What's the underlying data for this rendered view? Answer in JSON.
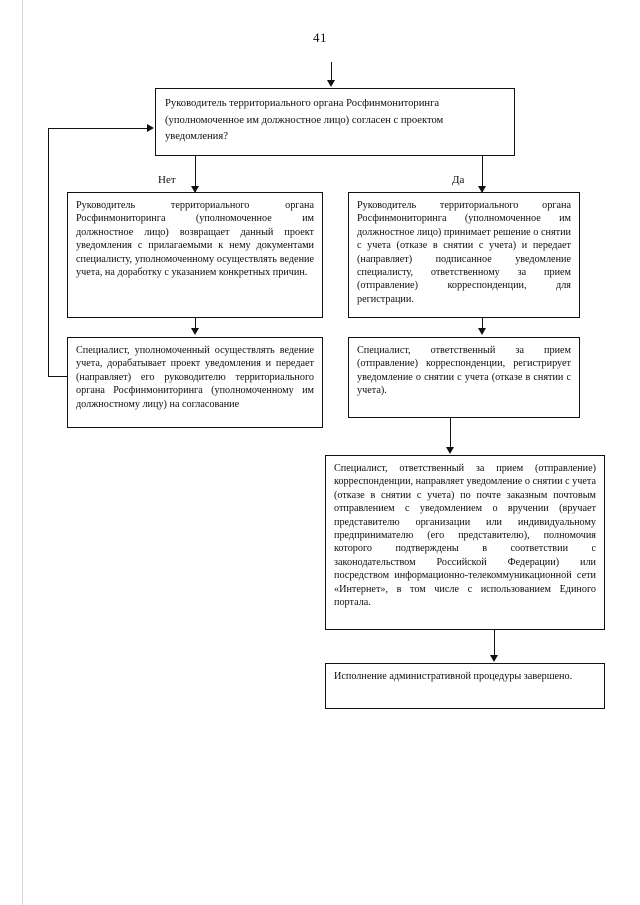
{
  "document": {
    "page_number": "41",
    "language": "ru"
  },
  "flowchart": {
    "nodes": [
      {
        "id": "decision",
        "type": "decision",
        "text": "Руководитель территориального органа Росфинмониторинга (уполномоченное им должностное лицо) согласен с проектом уведомления?"
      },
      {
        "id": "no-branch-1",
        "type": "process",
        "text": "Руководитель территориального органа Росфинмониторинга (уполномоченное им должностное лицо) возвращает данный проект уведомления с прилагаемыми к нему документами специалисту, уполномоченному осуществлять ведение учета, на доработку с указанием конкретных причин."
      },
      {
        "id": "no-branch-2",
        "type": "process",
        "text": "Специалист, уполномоченный осуществлять ведение учета, дорабатывает проект уведомления и передает (направляет) его руководителю территориального органа Росфинмониторинга (уполномоченному им должностному лицу) на согласование"
      },
      {
        "id": "yes-branch-1",
        "type": "process",
        "text": "Руководитель территориального органа Росфинмониторинга (уполномоченное им должностное лицо) принимает решение о снятии с учета (отказе в снятии с учета) и передает (направляет) подписанное уведомление специалисту, ответственному за прием (отправление) корреспонденции, для регистрации."
      },
      {
        "id": "yes-branch-2",
        "type": "process",
        "text": "Специалист, ответственный за прием (отправление) корреспонденции, регистрирует уведомление о снятии с учета (отказе в снятии с учета)."
      },
      {
        "id": "yes-branch-3",
        "type": "process",
        "text": "Специалист, ответственный за прием (отправление) корреспонденции, направляет уведомление о снятии с учета (отказе в снятии с учета) по почте заказным почтовым отправлением с уведомлением о вручении (вручает представителю организации или индивидуальному предпринимателю (его представителю), полномочия которого подтверждены в соответствии с законодательством Российской Федерации) или посредством информационно-телекоммуникационной сети «Интернет», в том числе с использованием Единого портала."
      },
      {
        "id": "terminal",
        "type": "process",
        "text": "Исполнение административной процедуры завершено."
      }
    ],
    "branch_labels": {
      "no": "Нет",
      "yes": "Да"
    }
  }
}
